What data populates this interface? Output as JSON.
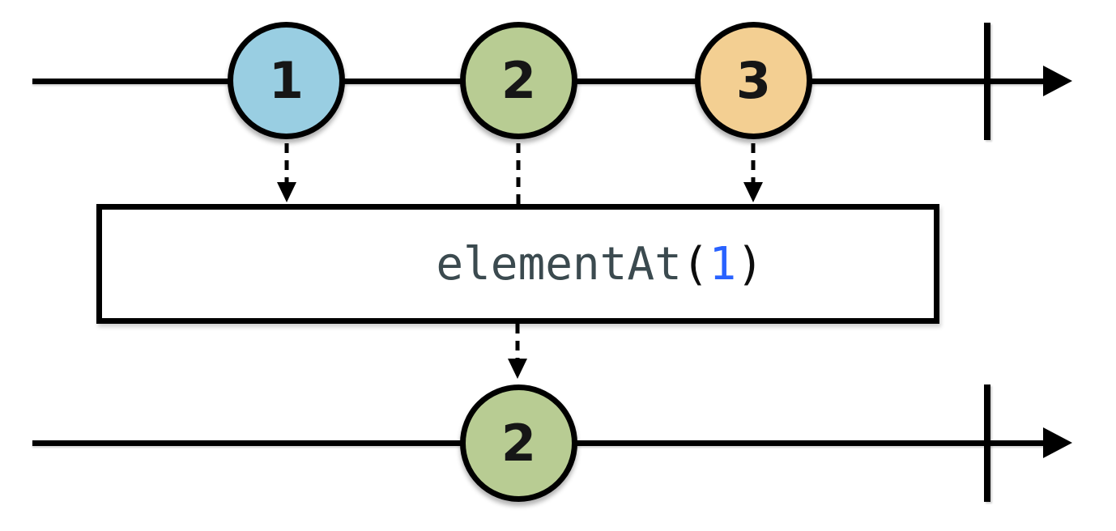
{
  "diagram": {
    "type": "marble-diagram",
    "background": "#FFFFFF",
    "stroke_color": "#000000",
    "source_stream": {
      "marbles": [
        {
          "value": "1",
          "fill": "#99CEE2"
        },
        {
          "value": "2",
          "fill": "#B8CC93"
        },
        {
          "value": "3",
          "fill": "#F3CF92"
        }
      ],
      "completed": true
    },
    "operator_box": {
      "function": "elementAt",
      "paren_open": "(",
      "argument": "1",
      "paren_close": ")",
      "function_color": "#3B4A4F",
      "argument_color": "#2962FF",
      "paren_color": "#0D0D0D"
    },
    "result_stream": {
      "marbles": [
        {
          "value": "2",
          "fill": "#B8CC93"
        }
      ],
      "completed": true
    }
  }
}
